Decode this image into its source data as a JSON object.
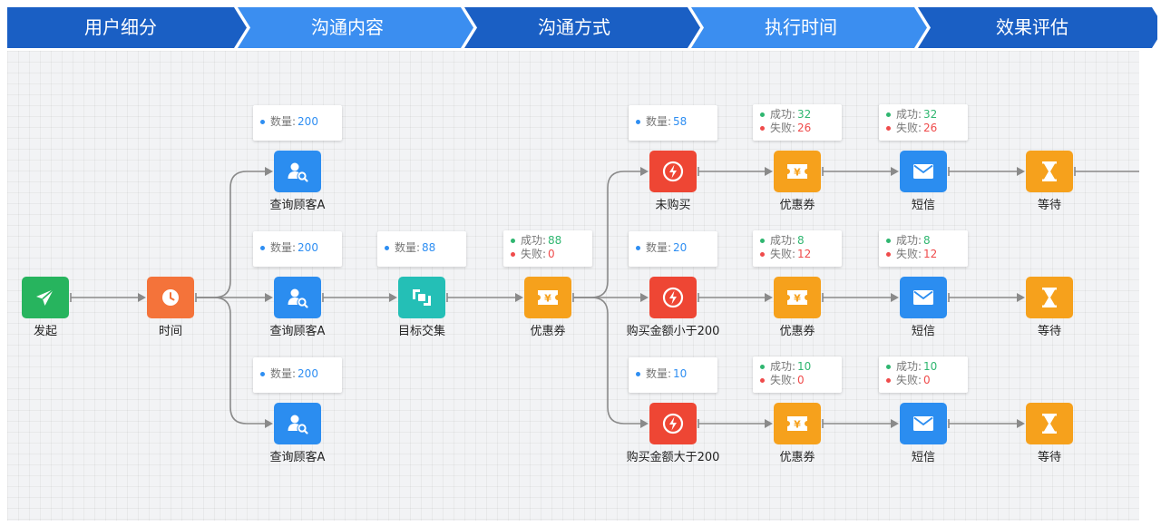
{
  "steps": [
    "用户细分",
    "沟通内容",
    "沟通方式",
    "执行时间",
    "效果评估"
  ],
  "colors": {
    "stepbar": "#1a5fc4",
    "edge": "#8a8a8a",
    "start": "#27b45e",
    "time": "#f4733a",
    "query": "#2b8df0",
    "intersection": "#24bfb6",
    "coupon": "#f6a11c",
    "condition": "#ee4634",
    "sms": "#2b8df0",
    "wait": "#f6a11c"
  },
  "nodes": [
    {
      "id": "start",
      "label": "发起",
      "icon": "send-icon"
    },
    {
      "id": "time",
      "label": "时间",
      "icon": "clock-icon"
    },
    {
      "id": "query_a1",
      "label": "查询顾客A",
      "icon": "user-search-icon"
    },
    {
      "id": "query_a2",
      "label": "查询顾客A",
      "icon": "user-search-icon"
    },
    {
      "id": "query_a3",
      "label": "查询顾客A",
      "icon": "user-search-icon"
    },
    {
      "id": "intersect",
      "label": "目标交集",
      "icon": "intersection-icon"
    },
    {
      "id": "coupon_main",
      "label": "优惠券",
      "icon": "coupon-icon"
    },
    {
      "id": "not_bought",
      "label": "未购买",
      "icon": "lightning-icon"
    },
    {
      "id": "buy_lt_200",
      "label": "购买金额小于200",
      "icon": "lightning-icon"
    },
    {
      "id": "buy_gt_200",
      "label": "购买金额大于200",
      "icon": "lightning-icon"
    },
    {
      "id": "coupon_1",
      "label": "优惠券",
      "icon": "coupon-icon"
    },
    {
      "id": "coupon_2",
      "label": "优惠券",
      "icon": "coupon-icon"
    },
    {
      "id": "coupon_3",
      "label": "优惠券",
      "icon": "coupon-icon"
    },
    {
      "id": "sms_1",
      "label": "短信",
      "icon": "envelope-icon"
    },
    {
      "id": "sms_2",
      "label": "短信",
      "icon": "envelope-icon"
    },
    {
      "id": "sms_3",
      "label": "短信",
      "icon": "envelope-icon"
    },
    {
      "id": "wait_1",
      "label": "等待",
      "icon": "hourglass-icon"
    },
    {
      "id": "wait_2",
      "label": "等待",
      "icon": "hourglass-icon"
    },
    {
      "id": "wait_3",
      "label": "等待",
      "icon": "hourglass-icon"
    }
  ],
  "stats": {
    "query_a1": [
      {
        "label": "数量:",
        "value": "200",
        "tone": "blue"
      }
    ],
    "query_a2": [
      {
        "label": "数量:",
        "value": "200",
        "tone": "blue"
      }
    ],
    "query_a3": [
      {
        "label": "数量:",
        "value": "200",
        "tone": "blue"
      }
    ],
    "intersect": [
      {
        "label": "数量:",
        "value": "88",
        "tone": "blue"
      }
    ],
    "coupon_main": [
      {
        "label": "成功:",
        "value": "88",
        "tone": "green"
      },
      {
        "label": "失败:",
        "value": "0",
        "tone": "red"
      }
    ],
    "not_bought": [
      {
        "label": "数量:",
        "value": "58",
        "tone": "blue"
      }
    ],
    "buy_lt_200": [
      {
        "label": "数量:",
        "value": "20",
        "tone": "blue"
      }
    ],
    "buy_gt_200": [
      {
        "label": "数量:",
        "value": "10",
        "tone": "blue"
      }
    ],
    "coupon_1": [
      {
        "label": "成功:",
        "value": "32",
        "tone": "green"
      },
      {
        "label": "失败:",
        "value": "26",
        "tone": "red"
      }
    ],
    "coupon_2": [
      {
        "label": "成功:",
        "value": "8",
        "tone": "green"
      },
      {
        "label": "失败:",
        "value": "12",
        "tone": "red"
      }
    ],
    "coupon_3": [
      {
        "label": "成功:",
        "value": "10",
        "tone": "green"
      },
      {
        "label": "失败:",
        "value": "0",
        "tone": "red"
      }
    ],
    "sms_1": [
      {
        "label": "成功:",
        "value": "32",
        "tone": "green"
      },
      {
        "label": "失败:",
        "value": "26",
        "tone": "red"
      }
    ],
    "sms_2": [
      {
        "label": "成功:",
        "value": "8",
        "tone": "green"
      },
      {
        "label": "失败:",
        "value": "12",
        "tone": "red"
      }
    ],
    "sms_3": [
      {
        "label": "成功:",
        "value": "10",
        "tone": "green"
      },
      {
        "label": "失败:",
        "value": "0",
        "tone": "red"
      }
    ]
  },
  "edges": [
    [
      "start",
      "time"
    ],
    [
      "time",
      "query_a1"
    ],
    [
      "time",
      "query_a2"
    ],
    [
      "time",
      "query_a3"
    ],
    [
      "query_a2",
      "intersect"
    ],
    [
      "intersect",
      "coupon_main"
    ],
    [
      "coupon_main",
      "not_bought"
    ],
    [
      "coupon_main",
      "buy_lt_200"
    ],
    [
      "coupon_main",
      "buy_gt_200"
    ],
    [
      "not_bought",
      "coupon_1"
    ],
    [
      "coupon_1",
      "sms_1"
    ],
    [
      "sms_1",
      "wait_1"
    ],
    [
      "buy_lt_200",
      "coupon_2"
    ],
    [
      "coupon_2",
      "sms_2"
    ],
    [
      "sms_2",
      "wait_2"
    ],
    [
      "buy_gt_200",
      "coupon_3"
    ],
    [
      "coupon_3",
      "sms_3"
    ],
    [
      "sms_3",
      "wait_3"
    ]
  ]
}
